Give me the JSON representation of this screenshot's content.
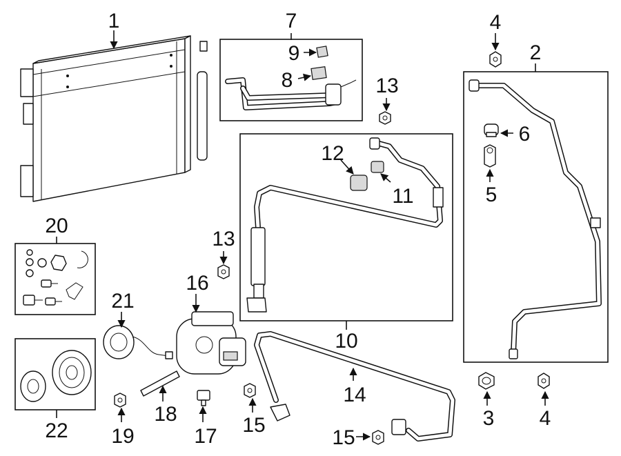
{
  "diagram": {
    "callouts": {
      "c1": "1",
      "c2": "2",
      "c3a": "3",
      "c4a": "4",
      "c4b": "4",
      "c5": "5",
      "c6": "6",
      "c7": "7",
      "c8": "8",
      "c9": "9",
      "c10": "10",
      "c11": "11",
      "c12": "12",
      "c13a": "13",
      "c13b": "13",
      "c14": "14",
      "c15a": "15",
      "c15b": "15",
      "c16": "16",
      "c17": "17",
      "c18": "18",
      "c19": "19",
      "c20": "20",
      "c21": "21",
      "c22": "22"
    }
  }
}
